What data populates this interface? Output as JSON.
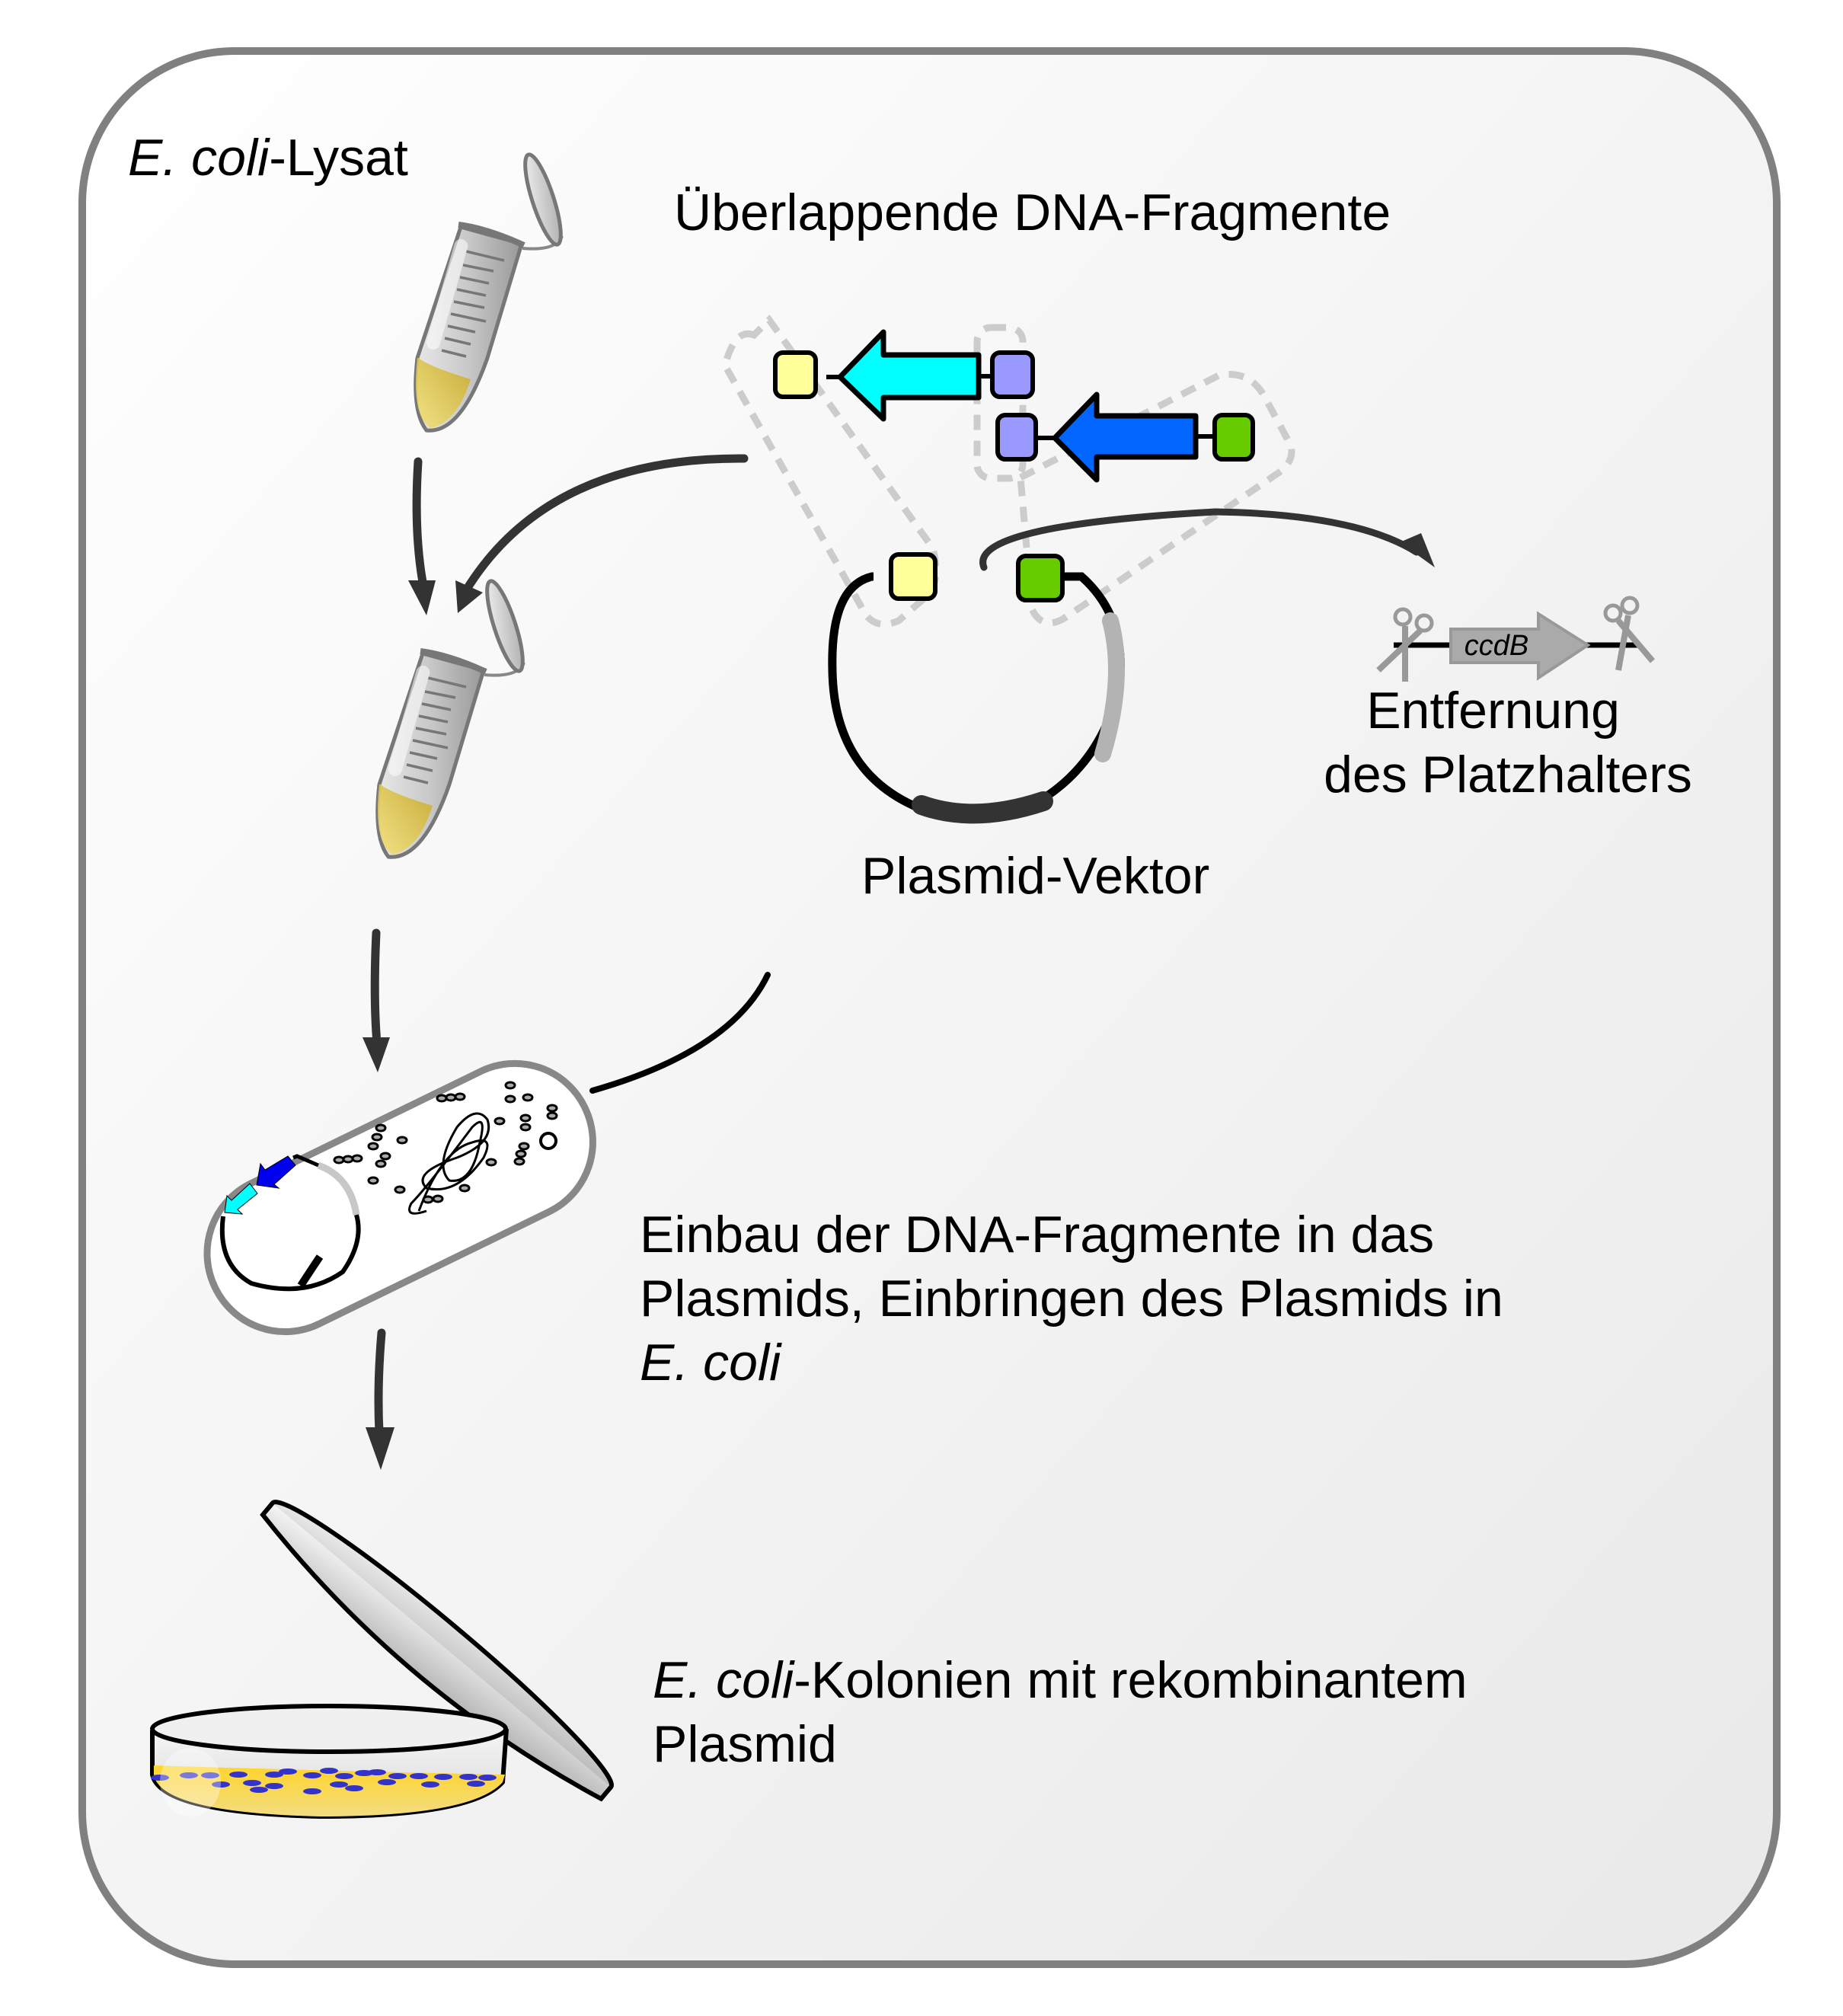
{
  "title": "Klonierung mit E. coli-Lysat (überlappende DNA-Fragmente)",
  "labels": {
    "lysate": {
      "italic": "E. coli",
      "rest": "-Lysat"
    },
    "fragments": "Überlappende DNA-Fragmente",
    "vector": "Plasmid-Vektor",
    "placeholder_removal": {
      "line1": "Entfernung",
      "line2": "des Platzhalters"
    },
    "placeholder_gene": "ccdB",
    "insertion": {
      "line1": "Einbau der DNA-Fragmente in das",
      "line2": "Plasmids, Einbringen des Plasmids in",
      "line3_italic": "E. coli"
    },
    "colonies": {
      "line1_italic": "E. coli",
      "line1_rest": "-Kolonien mit rekombinantem",
      "line2": "Plasmid"
    }
  },
  "colors": {
    "frame_border": "#808080",
    "arrow": "#333333",
    "yellow_overlap": "#ffff99",
    "lavender_overlap": "#9999ff",
    "green_overlap": "#66cc00",
    "fragment1": "#00ffff",
    "fragment2": "#0066ff",
    "ccdB": "#aaaaaa",
    "agar": "#ffd42a",
    "colony": "#3333cc",
    "dashed_outline": "#cccccc"
  },
  "steps": [
    {
      "name": "lysate-tube"
    },
    {
      "name": "mixed-tube"
    },
    {
      "name": "ecoli-cell"
    },
    {
      "name": "petri-dish"
    }
  ]
}
